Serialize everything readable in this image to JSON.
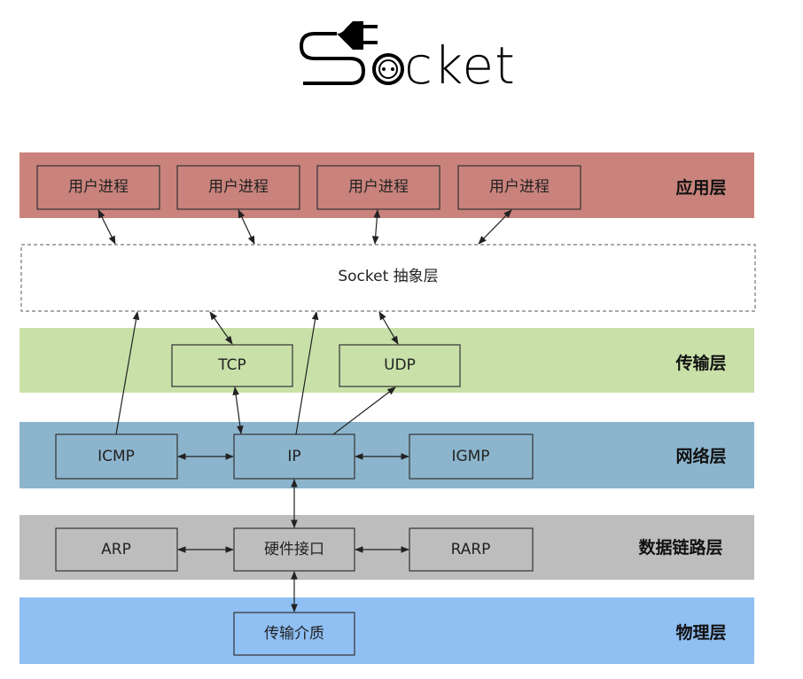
{
  "logo": {
    "text": "Socket"
  },
  "colors": {
    "application": "#c9837c",
    "transport": "#c9e1a9",
    "network": "#8cb5cd",
    "datalink": "#bdbdbd",
    "physical": "#8fbff3"
  },
  "layers": {
    "application": {
      "label": "应用层",
      "boxes": [
        "用户进程",
        "用户进程",
        "用户进程",
        "用户进程"
      ]
    },
    "socket": {
      "label": "Socket 抽象层"
    },
    "transport": {
      "label": "传输层",
      "boxes": [
        "TCP",
        "UDP"
      ]
    },
    "network": {
      "label": "网络层",
      "boxes": [
        "ICMP",
        "IP",
        "IGMP"
      ]
    },
    "datalink": {
      "label": "数据链路层",
      "boxes": [
        "ARP",
        "硬件接口",
        "RARP"
      ]
    },
    "physical": {
      "label": "物理层",
      "boxes": [
        "传输介质"
      ]
    }
  }
}
